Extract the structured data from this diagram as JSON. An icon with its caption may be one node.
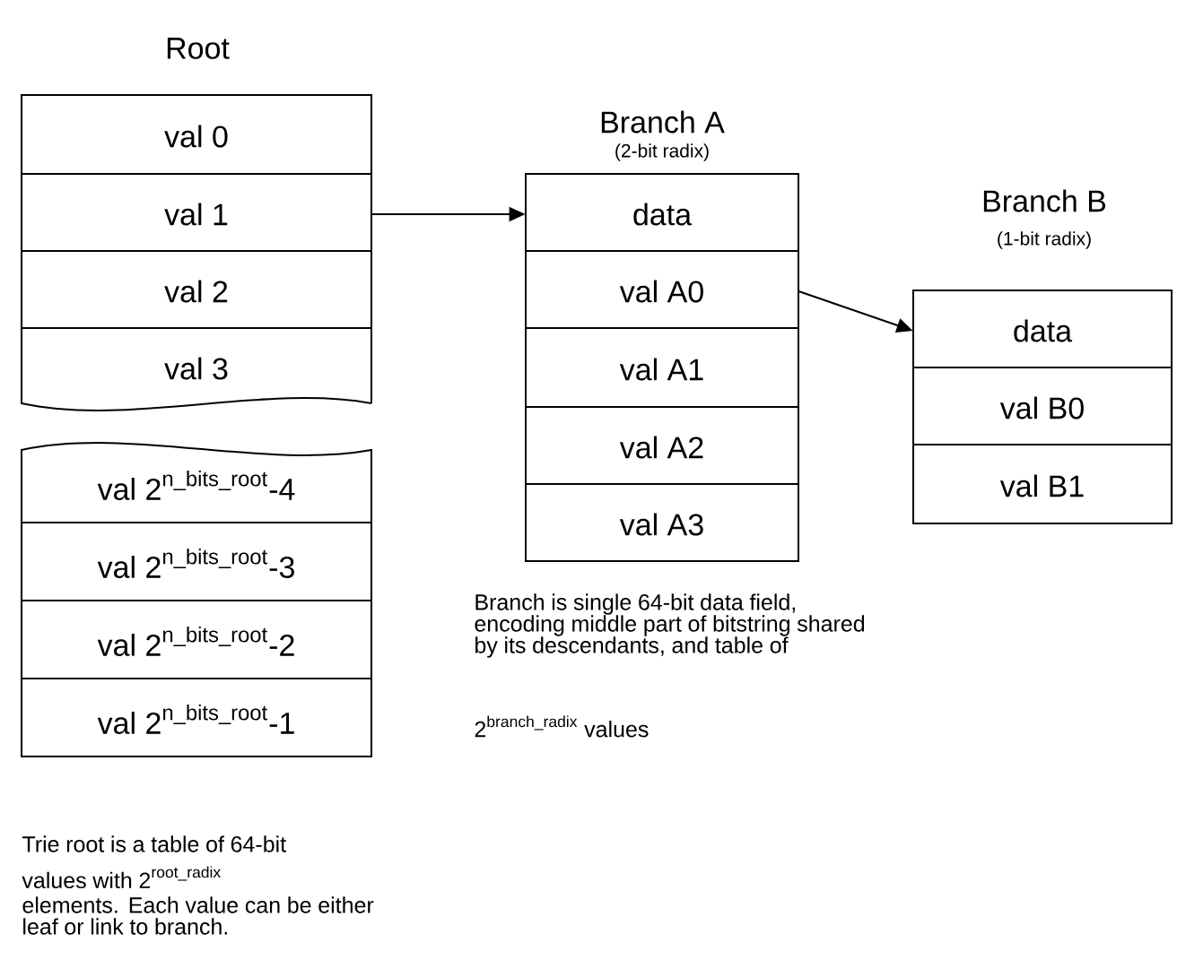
{
  "diagram": {
    "nodes": [
      {
        "text": [
          "Root"
        ]
      },
      {
        "text": [
          "val 0"
        ],
        "in": 0
      },
      {
        "text": [
          "val 1"
        ],
        "in": 0
      },
      {
        "text": [
          "val 2"
        ],
        "in": 0
      },
      {
        "text": [
          "val 3"
        ],
        "in": 0
      },
      {
        "text": [
          "\\text{val 2}^{\\text{n\\_bits\\_root}}\\text{-4}"
        ]
      },
      {
        "text": [
          "\\text{val 2}^{\\text{n\\_bits\\_root}}\\text{-3}"
        ]
      },
      {
        "text": [
          "\\text{val 2}^{\\text{n\\_bits\\_root}}\\text{-2}"
        ]
      },
      {
        "text": [
          "\\text{val 2}^{\\text{n\\_bits\\_root}}\\text{-1}"
        ]
      },
      {
        "text": [
          "Branch A",
          "(2-bit radix)"
        ]
      },
      {
        "text": [
          "data"
        ],
        "in": 9
      },
      {
        "text": [
          "val A0"
        ],
        "in": 9
      },
      {
        "text": [
          "val A1"
        ],
        "in": 9
      },
      {
        "text": [
          "val A2"
        ],
        "in": 9
      },
      {
        "text": [
          "val A3"
        ],
        "in": 9
      },
      {
        "text": [
          "Branch B",
          "(1-bit radix)"
        ]
      },
      {
        "text": [
          "data"
        ],
        "in": 15
      },
      {
        "text": [
          "val B0"
        ],
        "in": 15
      },
      {
        "text": [
          "val B1"
        ],
        "in": 15
      }
    ],
    "edges": [
      {
        "from": 2,
        "to": 10,
        "arrow": "to"
      },
      {
        "from": 11,
        "to": 16,
        "arrow": "to"
      }
    ],
    "labels": [
      "Branch is single 64-bit data field, encoding middle part of bitstring shared by its descendants, and table of",
      "\\text{2}^{\\text{branch\\_radix}}\\text{ values}",
      "Trie root is a table of 64-bit",
      "\\text{values with 2}^{\\text{root\\_radix}}",
      "elements. Each value can be either leaf or link to branch."
    ]
  }
}
